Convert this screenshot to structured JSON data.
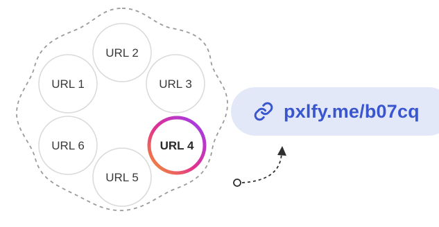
{
  "urls": {
    "url1": "URL 1",
    "url2": "URL 2",
    "url3": "URL 3",
    "url4": "URL 4",
    "url5": "URL 5",
    "url6": "URL 6"
  },
  "active_url": "URL 4",
  "short_link": {
    "icon": "link-icon",
    "text": "pxlfy.me/b07cq"
  },
  "colors": {
    "accent_text": "#3a56cf",
    "pill_background": "#e3e8f8",
    "ring_gradient": [
      "#f08a2c",
      "#e0308f",
      "#9b3ff0"
    ],
    "circle_stroke": "#d9d9d9",
    "dashed_stroke": "#9a9a9a"
  }
}
